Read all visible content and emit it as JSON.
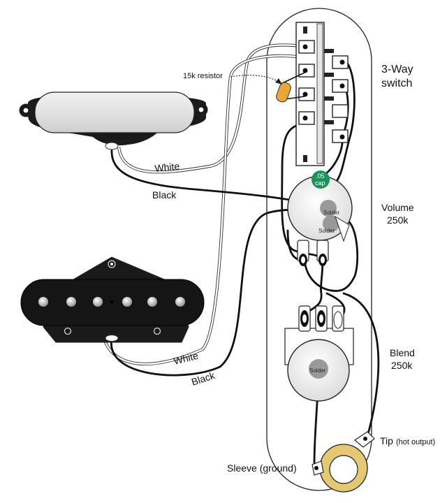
{
  "labels": {
    "switch_line1": "3-Way",
    "switch_line2": "switch",
    "resistor": "15k resistor",
    "volume_line1": "Volume",
    "volume_line2": "250k",
    "blend_line1": "Blend",
    "blend_line2": "250k",
    "cap_line1": ".05",
    "cap_line2": "cap",
    "solder": "Solder",
    "white": "White",
    "black": "Black",
    "tip_main": "Tip",
    "tip_sub": "(hot output)",
    "sleeve": "Sleeve (ground)"
  },
  "colors": {
    "black_wire": "#111111",
    "white_wire": "#ffffff",
    "cap": "#17955a",
    "resistor": "#e9a63b",
    "jack_ring": "#e5c873",
    "pickup_body": "#1a1a1a"
  }
}
